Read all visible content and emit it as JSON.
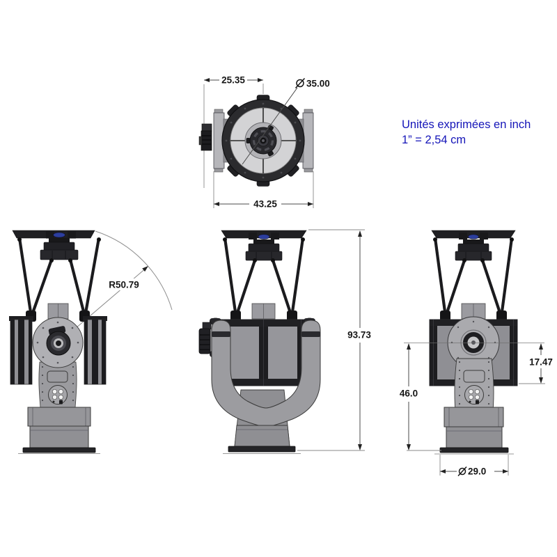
{
  "note": {
    "line1": "Unités exprimées en inch",
    "line2": "1” = 2,54 cm"
  },
  "dims": {
    "top_half_width": "25.35",
    "top_diameter": "35.00",
    "top_overall_width": "43.25",
    "front_swing_radius": "R50.79",
    "side_overall_height": "93.73",
    "rear_axis_height": "46.0",
    "rear_axis_to_box_bottom": "17.47",
    "rear_base_diameter": "29.0"
  },
  "colors": {
    "note_text": "#1414b8",
    "dim_text": "#161616",
    "dark_structure": "#1d1d20",
    "body_gray": "#96969a",
    "light_gray": "#b0b0b4",
    "mirror_gray": "#d3d3d5",
    "accent_blue": "#2c3e9e"
  }
}
